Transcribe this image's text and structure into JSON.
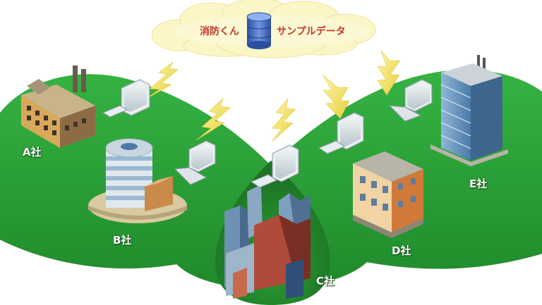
{
  "cloud": {
    "left_text": "消防くん",
    "right_text": "サンプルデータ",
    "icon": "database-icon"
  },
  "companies": [
    {
      "label": "A社",
      "building": "factory-icon"
    },
    {
      "label": "B社",
      "building": "office-tower-icon"
    },
    {
      "label": "C社",
      "building": "city-skyline-icon"
    },
    {
      "label": "D社",
      "building": "apartment-icon"
    },
    {
      "label": "E社",
      "building": "skyscraper-icon"
    }
  ],
  "colors": {
    "field_green": "#2ea83a",
    "field_dark": "#1f7a28",
    "lightning": "#f5e56b",
    "cloud": "#fbf7c8",
    "cloud_text": "#c0392b"
  }
}
